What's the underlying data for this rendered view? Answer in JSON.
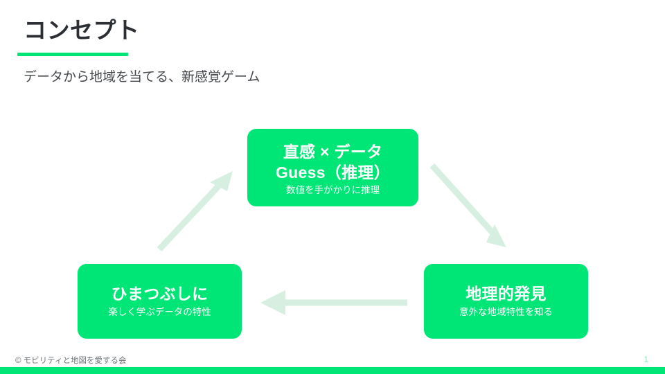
{
  "slide": {
    "title": "コンセプト",
    "subtitle": "データから地域を当てる、新感覚ゲーム",
    "accent_color": "#00e676",
    "arrow_color": "#d6efe0",
    "title_color": "#2b2f33"
  },
  "diagram": {
    "type": "cycle",
    "cards": [
      {
        "id": "guess",
        "title_line1": "直感 × データ",
        "title_line2": "Guess（推理）",
        "subtitle": "数値を手がかりに推理"
      },
      {
        "id": "discovery",
        "title_line1": "地理的発見",
        "title_line2": "",
        "subtitle": "意外な地域特性を知る"
      },
      {
        "id": "pastime",
        "title_line1": "ひまつぶしに",
        "title_line2": "",
        "subtitle": "楽しく学ぶデータの特性"
      }
    ],
    "arrows": [
      {
        "id": "guess-to-discovery",
        "from": "guess",
        "to": "discovery",
        "direction": "down-right"
      },
      {
        "id": "discovery-to-pastime",
        "from": "discovery",
        "to": "pastime",
        "direction": "left"
      },
      {
        "id": "pastime-to-guess",
        "from": "pastime",
        "to": "guess",
        "direction": "up-right"
      }
    ]
  },
  "footer": {
    "copyright": "© モビリティと地図を愛する会",
    "page_number": "1"
  }
}
